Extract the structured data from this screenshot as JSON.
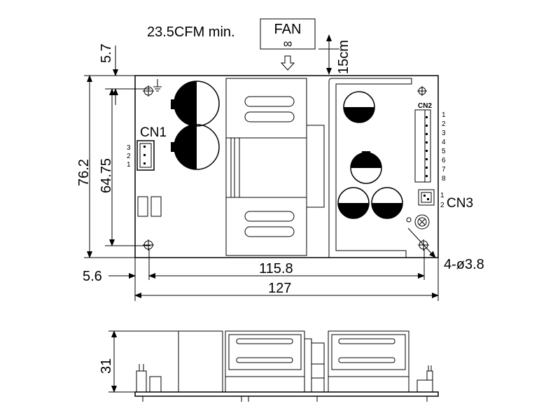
{
  "fan": {
    "airflow": "23.5CFM min.",
    "label": "FAN",
    "symbol": "∞",
    "distance": "15cm"
  },
  "dimensions": {
    "top_offset": "5.7",
    "height_outer": "76.2",
    "height_holes": "64.75",
    "left_offset": "5.6",
    "width_holes": "115.8",
    "width_outer": "127",
    "holes": "4-ø3.8",
    "side_height": "31"
  },
  "connectors": {
    "cn1": {
      "name": "CN1",
      "pins": [
        "3",
        "2",
        "1"
      ]
    },
    "cn2": {
      "name": "CN2",
      "pins": [
        "1",
        "2",
        "3",
        "4",
        "5",
        "6",
        "7",
        "8"
      ]
    },
    "cn3": {
      "name": "CN3",
      "pins": [
        "1",
        "2"
      ]
    }
  }
}
